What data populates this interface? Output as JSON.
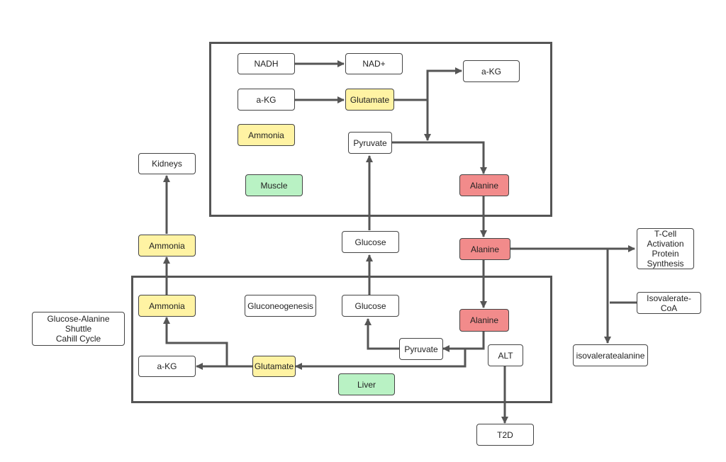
{
  "colors": {
    "yellow": "#fff3a3",
    "red": "#f28b8b",
    "green": "#b9f2c4",
    "line": "#555555"
  },
  "nodes": {
    "muscle_nadh": "NADH",
    "muscle_nad_plus": "NAD+",
    "muscle_akg_top": "a-KG",
    "muscle_akg": "a-KG",
    "muscle_glutamate": "Glutamate",
    "muscle_ammonia": "Ammonia",
    "muscle_pyruvate": "Pyruvate",
    "muscle_label": "Muscle",
    "muscle_alanine": "Alanine",
    "kidneys": "Kidneys",
    "blood_ammonia": "Ammonia",
    "blood_glucose": "Glucose",
    "blood_alanine": "Alanine",
    "tcell": "T-Cell\nActivation\nProtein\nSynthesis",
    "isovalerate_coa": "Isovalerate-CoA",
    "isovaleratealanine": "isovaleratealanine",
    "cycle_name": "Glucose-Alanine Shuttle\nCahill Cycle",
    "liver_ammonia": "Ammonia",
    "gluconeogenesis": "Gluconeogenesis",
    "liver_glucose": "Glucose",
    "liver_alanine": "Alanine",
    "liver_pyruvate": "Pyruvate",
    "alt": "ALT",
    "liver_akg": "a-KG",
    "liver_glutamate": "Glutamate",
    "liver_label": "Liver",
    "t2d": "T2D"
  }
}
